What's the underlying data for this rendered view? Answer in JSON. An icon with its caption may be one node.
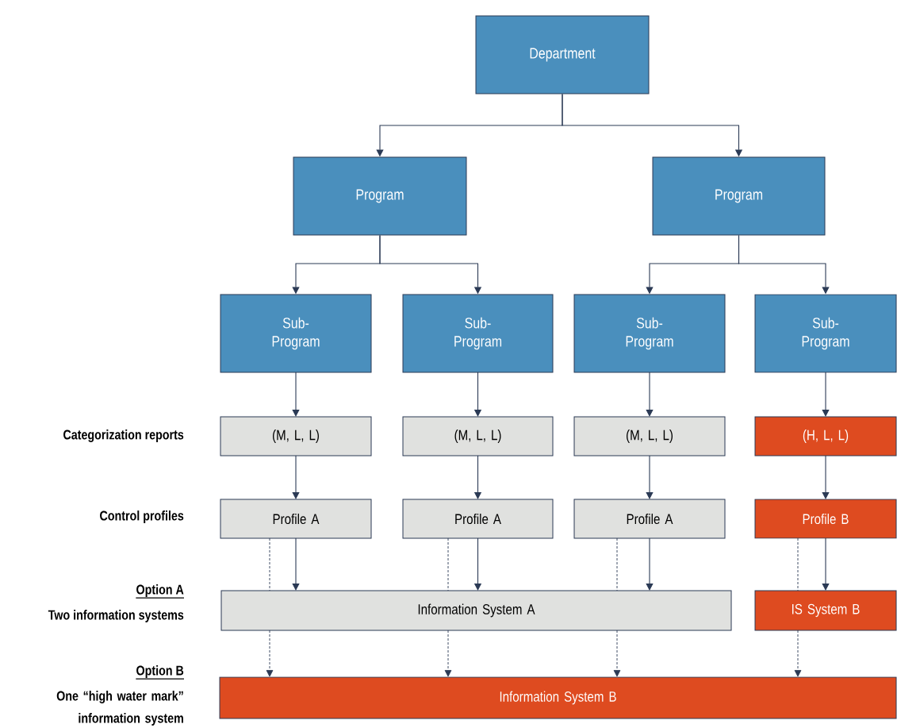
{
  "diagram": {
    "nodes": [
      {
        "text": [
          "Department"
        ]
      },
      {
        "text": [
          "Program"
        ]
      },
      {
        "text": [
          "Program"
        ]
      },
      {
        "text": [
          "Sub-Program"
        ]
      },
      {
        "text": [
          "Sub-Program"
        ]
      },
      {
        "text": [
          "Sub-Program"
        ]
      },
      {
        "text": [
          "Sub-Program"
        ]
      },
      {
        "text": [
          "(M, L, L)"
        ]
      },
      {
        "text": [
          "(M, L, L)"
        ]
      },
      {
        "text": [
          "(M, L, L)"
        ]
      },
      {
        "text": [
          "(H, L, L)"
        ]
      },
      {
        "text": [
          "Profile A"
        ]
      },
      {
        "text": [
          "Profile A"
        ]
      },
      {
        "text": [
          "Profile A"
        ]
      },
      {
        "text": [
          "Profile B"
        ]
      },
      {
        "text": [
          "Information System A"
        ]
      },
      {
        "text": [
          "IS System B"
        ]
      },
      {
        "text": [
          "Information System B"
        ]
      }
    ],
    "edges": [
      {
        "from": 0,
        "to": 1,
        "arrow": "to"
      },
      {
        "from": 0,
        "to": 2,
        "arrow": "to"
      },
      {
        "from": 1,
        "to": 3,
        "arrow": "to"
      },
      {
        "from": 1,
        "to": 4,
        "arrow": "to"
      },
      {
        "from": 2,
        "to": 5,
        "arrow": "to"
      },
      {
        "from": 2,
        "to": 6,
        "arrow": "to"
      },
      {
        "from": 3,
        "to": 7,
        "arrow": "to"
      },
      {
        "from": 4,
        "to": 8,
        "arrow": "to"
      },
      {
        "from": 5,
        "to": 9,
        "arrow": "to"
      },
      {
        "from": 6,
        "to": 10,
        "arrow": "to"
      },
      {
        "from": 7,
        "to": 11,
        "arrow": "to"
      },
      {
        "from": 8,
        "to": 12,
        "arrow": "to"
      },
      {
        "from": 9,
        "to": 13,
        "arrow": "to"
      },
      {
        "from": 10,
        "to": 14,
        "arrow": "to"
      },
      {
        "from": 11,
        "to": 15,
        "arrow": "to"
      },
      {
        "from": 12,
        "to": 15,
        "arrow": "to"
      },
      {
        "from": 13,
        "to": 15,
        "arrow": "to"
      },
      {
        "from": 14,
        "to": 16,
        "arrow": "to"
      },
      {
        "from": 11,
        "to": 15,
        "arrow": "none",
        "style": "dashed"
      },
      {
        "from": 12,
        "to": 15,
        "arrow": "none",
        "style": "dashed"
      },
      {
        "from": 13,
        "to": 15,
        "arrow": "none",
        "style": "dashed"
      },
      {
        "from": 14,
        "to": 16,
        "arrow": "none",
        "style": "dashed"
      },
      {
        "from": 15,
        "to": 17,
        "arrow": "to",
        "style": "dashed"
      },
      {
        "from": 15,
        "to": 17,
        "arrow": "to",
        "style": "dashed"
      },
      {
        "from": 15,
        "to": 17,
        "arrow": "to",
        "style": "dashed"
      },
      {
        "from": 16,
        "to": 17,
        "arrow": "to",
        "style": "dashed"
      }
    ],
    "labels": [
      "Categorization reports",
      "Control profiles",
      "Option A",
      "Two information systems",
      "Option B",
      "One “high water mark” information system"
    ]
  }
}
